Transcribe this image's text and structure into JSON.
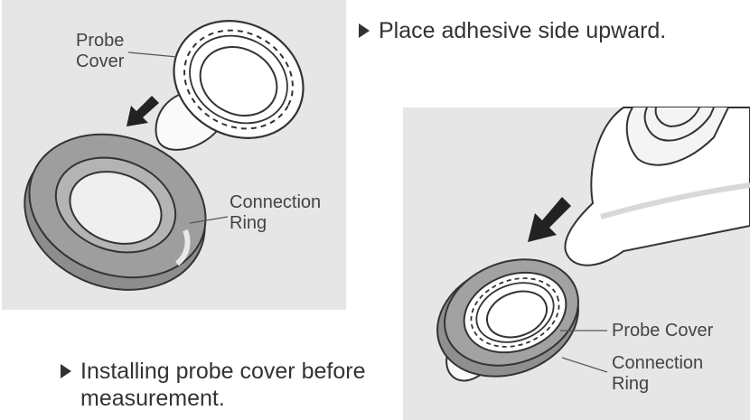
{
  "labels": {
    "probe_cover_left": "Probe\nCover",
    "connection_ring_left": "Connection\nRing",
    "probe_cover_right": "Probe Cover",
    "connection_ring_right": "Connection\nRing"
  },
  "instructions": {
    "place_adhesive": "Place adhesive side upward.",
    "installing": "Installing probe cover before\nmeasurement."
  },
  "icons": {
    "bullet": "right-triangle-icon",
    "direction": "arrow-down-left-icon"
  },
  "colors": {
    "panel_bg": "#e6e6e6",
    "ring_gray": "#9a9a9a",
    "outline": "#333333",
    "text": "#444444"
  }
}
